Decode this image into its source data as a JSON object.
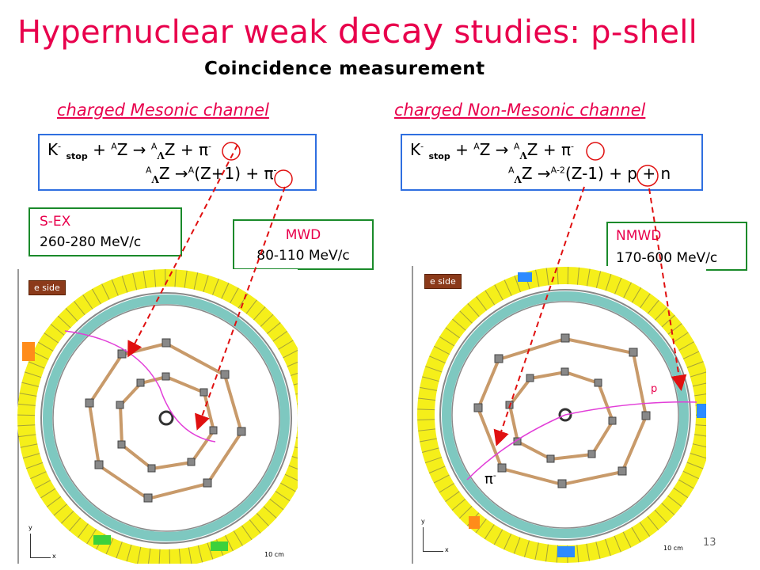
{
  "title": {
    "part1": "Hypernuclear weak ",
    "decay": "decay",
    "part2": " studies: p-shell"
  },
  "subtitle": "Coincidence measurement",
  "left": {
    "channel_label": "charged Mesonic channel",
    "eq1": {
      "k": "K",
      "km": "-",
      "stop": "stop",
      "plus1": " + ",
      "a1": "A",
      "z1": "Z",
      "arrow": " → ",
      "a2": "A",
      "lam": "Λ",
      "z2": "Z + ",
      "pi": "π",
      "pim": "-"
    },
    "eq2": {
      "a1": "A",
      "lam": "Λ",
      "z1": "Z",
      "arrow": " →",
      "a2": "A",
      "rest": "(Z+1) + ",
      "pi": "π",
      "pim": "-"
    },
    "box1": {
      "title": "S-EX",
      "range": "260-280 MeV/c"
    },
    "box2": {
      "title": "MWD",
      "range": "80-110 MeV/c"
    },
    "eside": "e side"
  },
  "right": {
    "channel_label": "charged Non-Mesonic channel",
    "eq1": {
      "k": "K",
      "km": "-",
      "stop": "stop",
      "plus1": " + ",
      "a1": "A",
      "z1": "Z",
      "arrow": " → ",
      "a2": "A",
      "lam": "Λ",
      "z2": "Z + ",
      "pi": "π",
      "pim": "-"
    },
    "eq2": {
      "a1": "A",
      "lam": "Λ",
      "z1": "Z",
      "arrow": " →",
      "a2": "A-2",
      "rest": "(Z-1) + p + n"
    },
    "box1": {
      "title": "NMWD",
      "range": "170-600 MeV/c"
    },
    "eside": "e side",
    "p_label": "p",
    "pi_label": "π",
    "pi_sup": "-"
  },
  "axes": {
    "y": "y",
    "x": "x",
    "scale_left": "10 cm",
    "scale_right": "10 cm"
  },
  "page_number": "13",
  "colors": {
    "title": "#e8004c",
    "eq_border": "#2f6fe0",
    "box_border": "#1a8a2a",
    "arrow": "#e01010",
    "yellow": "#f5ef1a",
    "teal": "#7ec8c0",
    "track": "#e23ed8"
  }
}
